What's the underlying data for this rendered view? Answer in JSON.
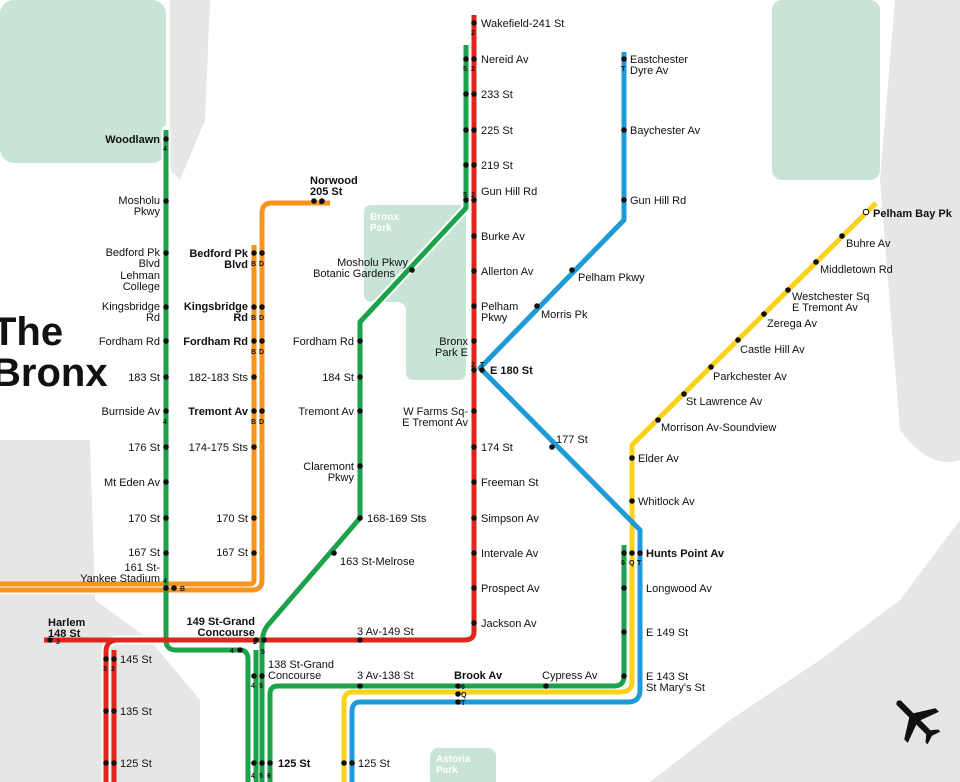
{
  "borough": {
    "line1": "The",
    "line2": "Bronx"
  },
  "parks": {
    "bronx_park": [
      "Bronx",
      "Park"
    ],
    "astoria_park": [
      "Astoria",
      "Park"
    ]
  },
  "colors": {
    "red": "#e1251b",
    "green": "#1ca24a",
    "orange": "#f7941d",
    "blue": "#1e9ad6",
    "yellow": "#fcd116",
    "park": "#c7e4d6",
    "land": "#ffffff",
    "water": "#e6e6e6"
  },
  "lines": {
    "line_4": {
      "route": "4",
      "color": "green"
    },
    "line_2": {
      "route": "2",
      "color": "red"
    },
    "line_5": {
      "route": "5",
      "color": "green"
    },
    "line_d": {
      "route": "D",
      "color": "orange"
    },
    "line_b": {
      "route": "B",
      "color": "orange"
    },
    "line_6": {
      "route": "6",
      "color": "green"
    },
    "line_t": {
      "route": "T",
      "color": "blue"
    },
    "line_q": {
      "route": "Q",
      "color": "yellow"
    }
  },
  "route_badges": {
    "r2": "2",
    "r3": "3",
    "r4": "4",
    "r5": "5",
    "r6": "6",
    "rb": "B",
    "rd": "D",
    "rq": "Q",
    "rt": "T"
  },
  "stations": {
    "wakefield": "Wakefield-241 St",
    "nereid": "Nereid Av",
    "s233": "233 St",
    "s225": "225 St",
    "s219": "219 St",
    "gun_hill_2": "Gun Hill Rd",
    "burke": "Burke Av",
    "allerton": "Allerton Av",
    "pelham_pkwy_2": [
      "Pelham",
      "Pkwy"
    ],
    "bronx_park_e": [
      "Bronx",
      "Park E"
    ],
    "e180": "E 180 St",
    "w_farms": [
      "W Farms Sq-",
      "E Tremont Av"
    ],
    "s174": "174 St",
    "freeman": "Freeman St",
    "simpson": "Simpson Av",
    "intervale": "Intervale Av",
    "prospect": "Prospect Av",
    "jackson": "Jackson Av",
    "ave3_149": "3 Av-149 St",
    "woodlawn": "Woodlawn",
    "mosholu_4": [
      "Mosholu",
      "Pkwy"
    ],
    "bedford_4": [
      "Bedford Pk",
      "Blvd",
      "Lehman",
      "College"
    ],
    "kingsbridge_4": [
      "Kingsbridge",
      "Rd"
    ],
    "fordham_4": "Fordham Rd",
    "s183": "183 St",
    "burnside": "Burnside Av",
    "s176": "176 St",
    "mt_eden": "Mt Eden Av",
    "s170_4": "170 St",
    "s167_4": "167 St",
    "yankee": [
      "161 St-",
      "Yankee Stadium"
    ],
    "norwood": [
      "Norwood",
      "205 St"
    ],
    "bedford_d": [
      "Bedford Pk",
      "Blvd"
    ],
    "kingsbridge_d": [
      "Kingsbridge",
      "Rd"
    ],
    "fordham_d": "Fordham Rd",
    "s182_183": "182-183 Sts",
    "tremont_d": "Tremont Av",
    "s174_175": "174-175 Sts",
    "s170_d": "170 St",
    "s167_d": "167 St",
    "mosholu_botanic": [
      "Mosholu Pkwy",
      "Botanic Gardens"
    ],
    "fordham_5": "Fordham Rd",
    "s184": "184 St",
    "tremont_5": "Tremont Av",
    "claremont": [
      "Claremont",
      "Pkwy"
    ],
    "s168_169": "168-169 Sts",
    "s163": "163 St-Melrose",
    "grand_concourse_149": [
      "149 St-Grand",
      "Concourse"
    ],
    "grand_concourse_138": [
      "138 St-Grand",
      "Concourse"
    ],
    "s125_4": "125 St",
    "harlem148": [
      "Harlem",
      "148 St"
    ],
    "s145": "145 St",
    "s135": "135 St",
    "s125_2": "125 St",
    "eastchester": [
      "Eastchester",
      "Dyre Av"
    ],
    "baychester": "Baychester Av",
    "gun_hill_t": "Gun Hill Rd",
    "pelham_pkwy_t": "Pelham Pkwy",
    "morris_pk": "Morris Pk",
    "s177": "177 St",
    "pelham_bay": "Pelham Bay Pk",
    "buhre": "Buhre Av",
    "middletown": "Middletown Rd",
    "westchester_sq": [
      "Westchester Sq",
      "E Tremont Av"
    ],
    "zerega": "Zerega Av",
    "castle_hill": "Castle Hill Av",
    "parkchester": "Parkchester Av",
    "st_lawrence": "St Lawrence Av",
    "morrison": "Morrison Av-Soundview",
    "elder": "Elder Av",
    "whitlock": "Whitlock Av",
    "hunts_point": "Hunts Point Av",
    "longwood": "Longwood Av",
    "e149": "E 149 St",
    "e143": [
      "E 143 St",
      "St Mary's St"
    ],
    "cypress": "Cypress Av",
    "brook": "Brook Av",
    "ave3_138": "3 Av-138 St",
    "s125_q": "125 St"
  },
  "icons": {
    "airport": "airplane-icon"
  }
}
